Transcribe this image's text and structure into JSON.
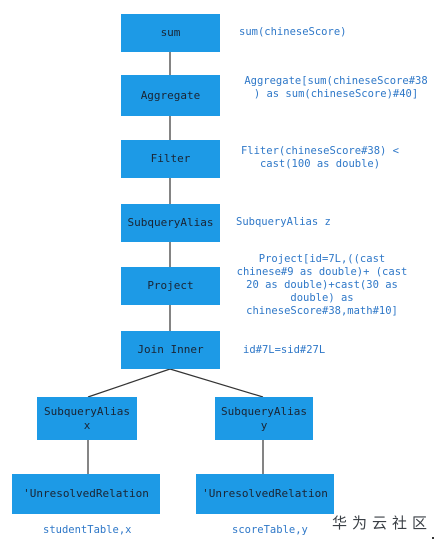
{
  "nodes": {
    "sum": "sum",
    "aggregate": "Aggregate",
    "filter": "Filter",
    "subquery_alias": "SubqueryAlias",
    "project": "Project",
    "join_inner": "Join Inner",
    "subquery_alias_x": "SubqueryAlias\nx",
    "subquery_alias_y": "SubqueryAlias\ny",
    "unresolved_left": "'UnresolvedRelation",
    "unresolved_right": "'UnresolvedRelation"
  },
  "annotations": {
    "sum": "sum(chineseScore)",
    "aggregate": "Aggregate[sum(chineseScore#38\n) as sum(chineseScore)#40]",
    "filter": "Fliter(chineseScore#38) <\ncast(100 as double)",
    "subquery_alias": "SubqueryAlias z",
    "project": "Project[id=7L,((cast\nchinese#9 as double)+ (cast\n20 as double)+cast(30 as\ndouble) as\nchineseScore#38,math#10]",
    "join_inner": "id#7L=sid#27L"
  },
  "tables": {
    "left": "studentTable,x",
    "right": "scoreTable,y"
  },
  "watermark": "华为云社区",
  "colors": {
    "node_fill": "#1d9ae6",
    "annotation_text": "#2f78c8",
    "edge": "#333333"
  }
}
